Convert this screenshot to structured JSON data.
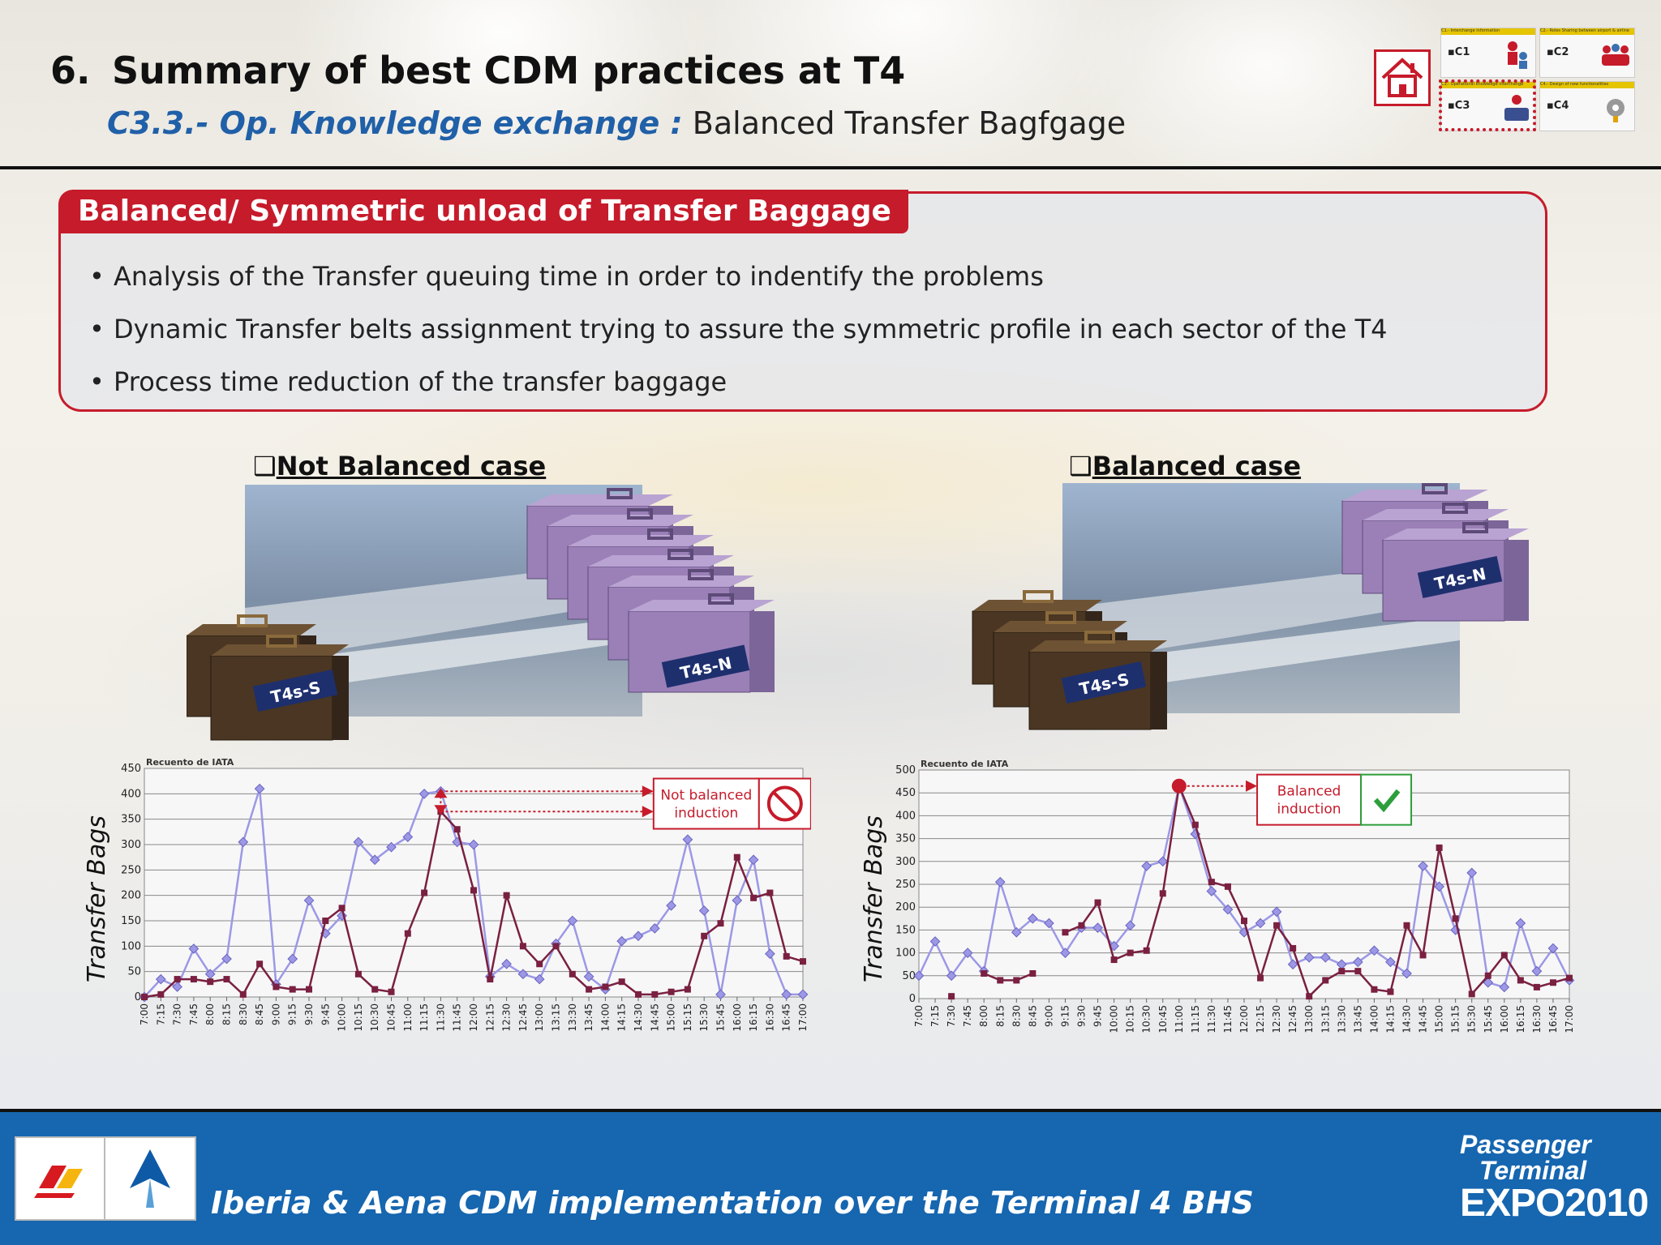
{
  "slide": {
    "number": "6.",
    "title": "Summary of best CDM practices at T4",
    "subtitle_lead": "C3.3.- Op. Knowledge exchange :",
    "subtitle_rest": "Balanced Transfer Bagfgage"
  },
  "nav": {
    "cells": [
      {
        "label": "▪C1",
        "header": "C1.- Interchange information"
      },
      {
        "label": "▪C2",
        "header": "C2.- Roles Sharing between airport & airline"
      },
      {
        "label": "▪C3",
        "header": "C3.- Operational knowledge interchange"
      },
      {
        "label": "▪C4",
        "header": "C4.- Design of new functionalities"
      }
    ],
    "home_icon": "home-icon"
  },
  "box": {
    "title": "Balanced/ Symmetric unload of Transfer Baggage",
    "bullets": [
      "Analysis of the Transfer queuing time in order to indentify the problems",
      "Dynamic Transfer belts assignment trying to assure the symmetric profile in each sector of the T4",
      "Process time reduction of the transfer baggage"
    ],
    "bullet_char": "•"
  },
  "cases": {
    "left": {
      "checkbox": "❑",
      "label": "Not Balanced case",
      "south": "T4s-S",
      "north": "T4s-N"
    },
    "right": {
      "checkbox": "❑",
      "label": "Balanced case",
      "south": "T4s-S",
      "north": "T4s-N"
    }
  },
  "chart_data": [
    {
      "type": "line",
      "title": "Recuento de IATA",
      "ylabel": "Transfer Bags",
      "ylim": [
        0,
        450
      ],
      "yticks": [
        0,
        50,
        100,
        150,
        200,
        250,
        300,
        350,
        400,
        450
      ],
      "grid": true,
      "annotation": "Not balanced induction",
      "annotation_icon": "no-entry-icon",
      "x": [
        "7:00",
        "7:15",
        "7:30",
        "7:45",
        "8:00",
        "8:15",
        "8:30",
        "8:45",
        "9:00",
        "9:15",
        "9:30",
        "9:45",
        "10:00",
        "10:15",
        "10:30",
        "10:45",
        "11:00",
        "11:15",
        "11:30",
        "11:45",
        "12:00",
        "12:15",
        "12:30",
        "12:45",
        "13:00",
        "13:15",
        "13:30",
        "13:45",
        "14:00",
        "14:15",
        "14:30",
        "14:45",
        "15:00",
        "15:15",
        "15:30",
        "15:45",
        "16:00",
        "16:15",
        "16:30",
        "16:45",
        "17:00"
      ],
      "series": [
        {
          "color": "#9c98e6",
          "values": [
            0,
            35,
            20,
            95,
            45,
            75,
            305,
            410,
            25,
            75,
            190,
            125,
            160,
            305,
            270,
            295,
            315,
            400,
            405,
            305,
            300,
            40,
            65,
            45,
            35,
            105,
            150,
            40,
            15,
            110,
            120,
            135,
            180,
            310,
            170,
            5,
            190,
            270,
            85,
            5,
            5
          ]
        },
        {
          "color": "#7a2040",
          "values": [
            0,
            5,
            35,
            35,
            30,
            35,
            5,
            65,
            20,
            15,
            15,
            150,
            175,
            45,
            15,
            10,
            125,
            205,
            365,
            330,
            210,
            35,
            200,
            100,
            65,
            100,
            45,
            15,
            20,
            30,
            5,
            5,
            10,
            15,
            120,
            145,
            275,
            195,
            205,
            80,
            70
          ]
        }
      ]
    },
    {
      "type": "line",
      "title": "Recuento de IATA",
      "ylabel": "Transfer Bags",
      "ylim": [
        0,
        500
      ],
      "yticks": [
        0,
        50,
        100,
        150,
        200,
        250,
        300,
        350,
        400,
        450,
        500
      ],
      "grid": true,
      "annotation": "Balanced induction",
      "annotation_icon": "checkmark-icon",
      "x": [
        "7:00",
        "7:15",
        "7:30",
        "7:45",
        "8:00",
        "8:15",
        "8:30",
        "8:45",
        "9:00",
        "9:15",
        "9:30",
        "9:45",
        "10:00",
        "10:15",
        "10:30",
        "10:45",
        "11:00",
        "11:15",
        "11:30",
        "11:45",
        "12:00",
        "12:15",
        "12:30",
        "12:45",
        "13:00",
        "13:15",
        "13:30",
        "13:45",
        "14:00",
        "14:15",
        "14:30",
        "14:45",
        "15:00",
        "15:15",
        "15:30",
        "15:45",
        "16:00",
        "16:15",
        "16:30",
        "16:45",
        "17:00"
      ],
      "series": [
        {
          "color": "#9c98e6",
          "values": [
            50,
            125,
            50,
            100,
            60,
            255,
            145,
            175,
            165,
            100,
            155,
            155,
            115,
            160,
            290,
            300,
            465,
            360,
            235,
            195,
            145,
            165,
            190,
            75,
            90,
            90,
            75,
            80,
            105,
            80,
            55,
            290,
            245,
            150,
            275,
            35,
            25,
            165,
            60,
            110,
            40
          ]
        },
        {
          "color": "#7a2040",
          "values": [
            null,
            null,
            5,
            null,
            55,
            40,
            40,
            55,
            null,
            145,
            160,
            210,
            85,
            100,
            105,
            230,
            465,
            380,
            255,
            245,
            170,
            45,
            160,
            110,
            5,
            40,
            60,
            60,
            20,
            15,
            160,
            95,
            330,
            175,
            10,
            50,
            95,
            40,
            25,
            35,
            45
          ]
        }
      ]
    }
  ],
  "footer": {
    "text": "Iberia & Aena CDM implementation over the Terminal 4 BHS",
    "expo_line1": "Passenger",
    "expo_line2": "Terminal",
    "expo_line3": "EXPO2010",
    "logo_left": "iberia-logo",
    "logo_right": "aena-logo"
  }
}
